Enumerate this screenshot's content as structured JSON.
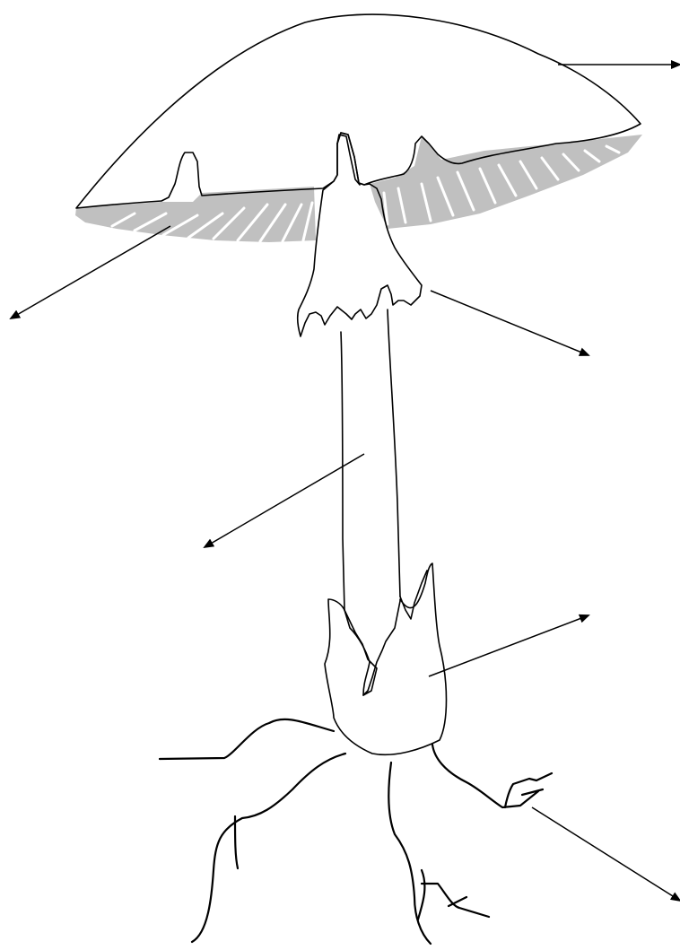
{
  "colors": {
    "line": "#000000",
    "gills": "#c0c0c0",
    "background": "#ffffff"
  },
  "pointers": [
    {
      "name": "cap-pointer"
    },
    {
      "name": "gills-pointer"
    },
    {
      "name": "ring-pointer"
    },
    {
      "name": "stalk-pointer"
    },
    {
      "name": "volva-pointer"
    },
    {
      "name": "mycelium-pointer"
    }
  ]
}
